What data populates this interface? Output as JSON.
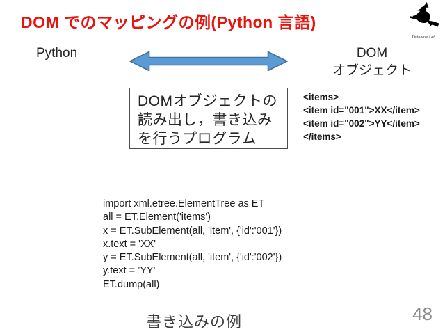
{
  "slide": {
    "title": "DOM でのマッピングの例(Python 言語)",
    "caption": "書き込みの例",
    "page_number": "48",
    "logo_caption": "Database Lab.",
    "colors": {
      "title": "#e8130c",
      "arrow_fill": "#5B9BD5",
      "arrow_border": "#41719C",
      "page_number": "#8c8c8c"
    }
  },
  "mapping": {
    "left_label": "Python",
    "right_label_line1": "DOM",
    "right_label_line2": "オブジェクト",
    "program_box_line1": "DOMオブジェクトの",
    "program_box_line2": "読み出し，書き込み",
    "program_box_line3": "を行うプログラム",
    "xml_line1": "<items>",
    "xml_line2": "<item id=\"001\">XX</item>",
    "xml_line3": "<item id=\"002\">YY</item>",
    "xml_line4": "</items>"
  },
  "code": {
    "line1": "import xml.etree.ElementTree as ET",
    "line2": "all = ET.Element('items')",
    "line3": "x = ET.SubElement(all, 'item', {'id':'001'})",
    "line4": "x.text = 'XX'",
    "line5": "y = ET.SubElement(all, 'item', {'id':'002'})",
    "line6": "y.text = ’YY'",
    "line7": "ET.dump(all)"
  }
}
